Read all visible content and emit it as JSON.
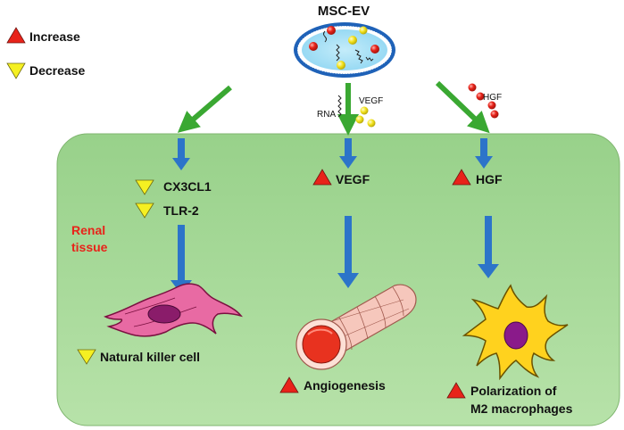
{
  "legend": {
    "increase": "Increase",
    "decrease": "Decrease"
  },
  "source": {
    "title": "MSC-EV",
    "rna": "RNA",
    "vegf": "VEGF",
    "hgf": "HGF"
  },
  "tissue": {
    "label_line1": "Renal",
    "label_line2": "tissue"
  },
  "pathways": {
    "nk": {
      "marker1": "CX3CL1",
      "marker2": "TLR-2",
      "outcome": "Natural killer cell"
    },
    "vegf": {
      "marker": "VEGF",
      "outcome": "Angiogenesis"
    },
    "hgf": {
      "marker": "HGF",
      "outcome_line1": "Polarization of",
      "outcome_line2": "M2 macrophages"
    }
  },
  "colors": {
    "increase": "#e8231a",
    "decrease": "#f5f022",
    "tissue_fill": "#a9d99a",
    "green_arrow": "#3aa832",
    "blue_arrow": "#2c74c9",
    "label_red": "#e8231a"
  }
}
